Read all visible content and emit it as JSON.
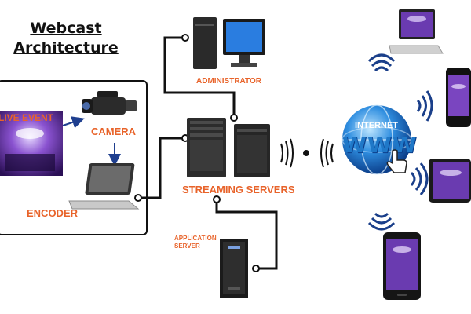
{
  "title": {
    "line1": "Webcast",
    "line2": "Architecture"
  },
  "labels": {
    "live_event": "LIVE EVENT",
    "camera": "CAMERA",
    "encoder": "ENCODER",
    "administrator": "ADMINISTRATOR",
    "streaming_servers": "STREAMING SERVERS",
    "application_server_1": "APPLICATION",
    "application_server_2": "SERVER",
    "internet": "INTERNET",
    "www": "WWW"
  },
  "colors": {
    "label": "#e8632a",
    "line": "#111111",
    "arrow": "#1f3f8f",
    "globe": "#1f78c8",
    "stage": "#5b2a9c"
  },
  "icons": [
    "video-camera-icon",
    "laptop-icon",
    "desktop-computer-icon",
    "server-tower-icon",
    "globe-icon",
    "wireless-signal-icon",
    "hand-pointer-icon",
    "tablet-icon",
    "smartphone-icon"
  ]
}
